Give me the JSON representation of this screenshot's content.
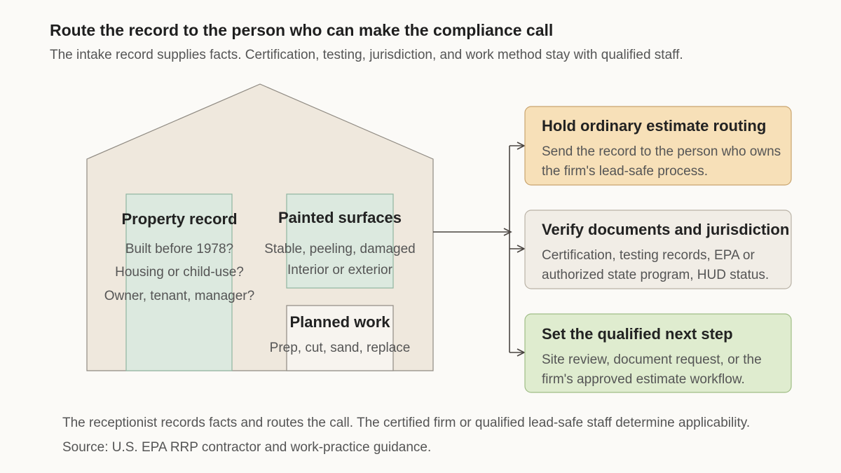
{
  "header": {
    "title": "Route the record to the person who can make the compliance call",
    "subtitle": "The intake record supplies facts. Certification, testing, jurisdiction, and work method stay with qualified staff."
  },
  "house": {
    "property_record": {
      "title": "Property record",
      "lines": [
        "Built before 1978?",
        "Housing or child-use?",
        "Owner, tenant, manager?"
      ]
    },
    "painted_surfaces": {
      "title": "Painted surfaces",
      "lines": [
        "Stable, peeling, damaged",
        "Interior or exterior"
      ]
    },
    "planned_work": {
      "title": "Planned work",
      "lines": [
        "Prep, cut, sand, replace"
      ]
    }
  },
  "routes": [
    {
      "title": "Hold ordinary estimate routing",
      "lines": [
        "Send the record to the person who owns",
        "the firm's lead-safe process."
      ],
      "fill": "#f7e0b8",
      "stroke": "#c9a46e"
    },
    {
      "title": "Verify documents and jurisdiction",
      "lines": [
        "Certification, testing records, EPA or",
        "authorized state program, HUD status."
      ],
      "fill": "#f1ede6",
      "stroke": "#b9b2a6"
    },
    {
      "title": "Set the qualified next step",
      "lines": [
        "Site review, document request, or the",
        "firm's approved estimate workflow."
      ],
      "fill": "#dfeccf",
      "stroke": "#9fbd86"
    }
  ],
  "colors": {
    "house_fill": "#efe8dd",
    "house_stroke": "#8f8a82",
    "panel_green": "#dce9df",
    "panel_green_stroke": "#8fb5a0",
    "panel_white": "#f7f4ef",
    "connector": "#4a4541"
  },
  "footer": {
    "note": "The receptionist records facts and routes the call. The certified firm or qualified lead-safe staff determine applicability.",
    "source": "Source: U.S. EPA RRP contractor and work-practice guidance."
  }
}
